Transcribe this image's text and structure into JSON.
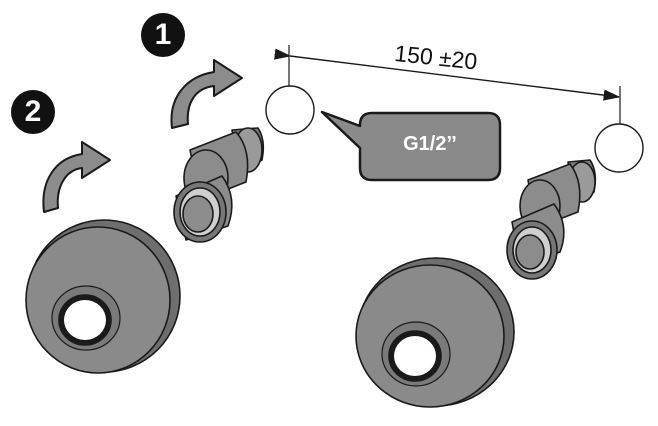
{
  "steps": {
    "one": "1",
    "two": "2"
  },
  "dimension": {
    "text": "150  ±20"
  },
  "callout": {
    "text": "G1/2’’"
  },
  "colors": {
    "fill": "#8c8c8c",
    "fill_dark": "#5e5e5e",
    "stroke": "#1a1a1a",
    "callout_bg": "#8a8a8a",
    "badge": "#111111"
  },
  "icons": [
    "rotation-arrow-icon",
    "rotation-arrow-icon"
  ]
}
